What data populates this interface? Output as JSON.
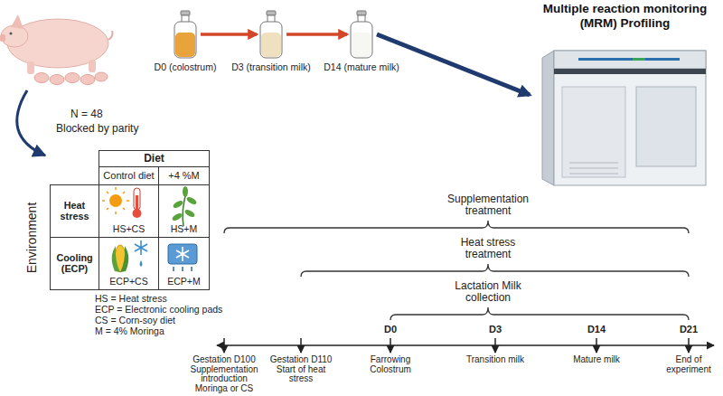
{
  "diagram": {
    "nodes": [
      {
        "text": [
          "Diet",
          "Environment"
        ]
      },
      {
        "text": [
          "Control diet"
        ],
        "in": 0
      },
      {
        "text": [
          "+4 %M"
        ],
        "in": 0
      },
      {
        "text": [
          "Heat stress"
        ],
        "in": 0
      },
      {
        "text": [
          "HS+CS"
        ],
        "in": 0
      },
      {
        "text": [
          "HS+M"
        ],
        "in": 0
      },
      {
        "text": [
          "Cooling (ECP)"
        ],
        "in": 0
      },
      {
        "text": [
          "ECP+CS"
        ],
        "in": 0
      },
      {
        "text": [
          "ECP+M"
        ],
        "in": 0
      },
      {
        "text": [
          "D0 (colostrum)"
        ]
      },
      {
        "text": [
          "D3 (transition milk)"
        ]
      },
      {
        "text": [
          "D14 (mature milk)"
        ]
      },
      {
        "text": [
          "Multiple reaction monitoring (MRM) Profiling"
        ]
      }
    ],
    "edges": [
      {
        "from": 9,
        "to": 10,
        "arrow": "to"
      },
      {
        "from": 10,
        "to": 11,
        "arrow": "to"
      },
      {
        "from": 11,
        "to": 12,
        "arrow": "to"
      }
    ],
    "labels": [
      "N = 48",
      "Blocked by parity",
      "HS = Heat stress",
      "ECP = Electronic cooling pads",
      "CS = Corn-soy diet",
      "M = 4% Moringa",
      "Supplementation treatment",
      "Heat stress treatment",
      "Lactation Milk collection",
      "D0",
      "D3",
      "D14",
      "D21",
      "Gestation D100 Supplementation introduction Moringa or CS",
      "Gestation D110 Start of heat stress",
      "Farrowing Colostrum",
      "Transition milk",
      "Mature milk",
      "End of experiment"
    ]
  }
}
